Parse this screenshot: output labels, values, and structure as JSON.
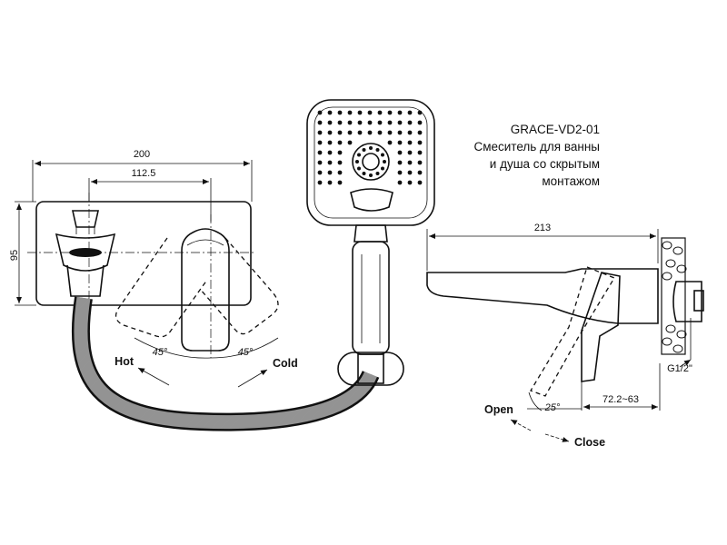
{
  "title": {
    "model": "GRACE-VD2-01",
    "description_lines": [
      "Смеситель для ванны",
      "и душа со скрытым",
      "монтажом"
    ]
  },
  "front_view": {
    "dim_width": "200",
    "dim_handle_offset": "112.5",
    "dim_height": "95",
    "angle_left": "45°",
    "angle_right": "45°",
    "label_hot": "Hot",
    "label_cold": "Cold"
  },
  "side_view": {
    "dim_depth": "213",
    "dim_adjust": "72.2~63",
    "angle": "25°",
    "label_open": "Open",
    "label_close": "Close",
    "thread": "G1/2\""
  }
}
